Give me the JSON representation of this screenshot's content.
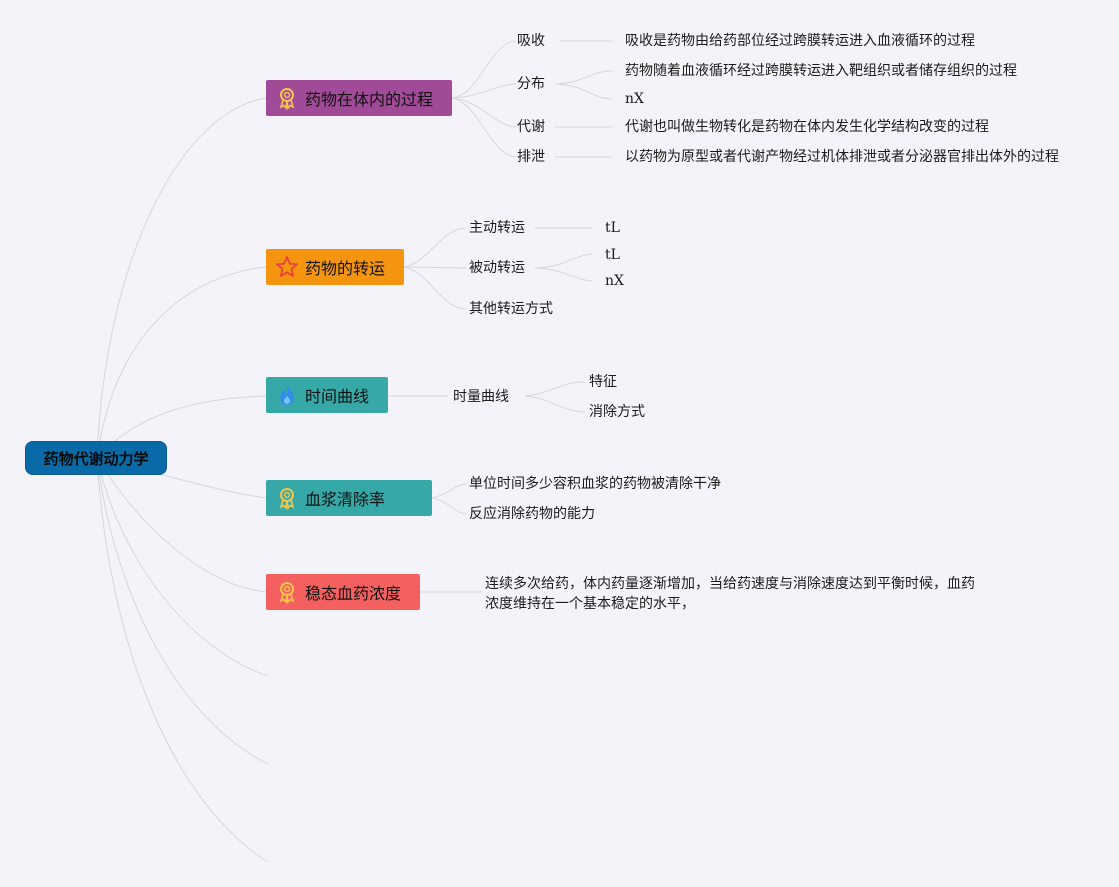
{
  "root": {
    "label": "药物代谢动力学"
  },
  "topics": [
    {
      "id": "process",
      "label": "药物在体内的过程",
      "color": "#a04a98",
      "icon": "ribbon-badge-icon",
      "children": [
        {
          "label": "吸收",
          "children": [
            {
              "label": "吸收是药物由给药部位经过跨膜转运进入血液循环的过程"
            }
          ]
        },
        {
          "label": "分布",
          "children": [
            {
              "label": "药物随着血液循环经过跨膜转运进入靶组织或者储存组织的过程"
            },
            {
              "label": "nX"
            }
          ]
        },
        {
          "label": "代谢",
          "children": [
            {
              "label": "代谢也叫做生物转化是药物在体内发生化学结构改变的过程"
            }
          ]
        },
        {
          "label": "排泄",
          "children": [
            {
              "label": "以药物为原型或者代谢产物经过机体排泄或者分泌器官排出体外的过程"
            }
          ]
        }
      ]
    },
    {
      "id": "transport",
      "label": "药物的转运",
      "color": "#f5950f",
      "icon": "star-icon",
      "children": [
        {
          "label": "主动转运",
          "children": [
            {
              "label": "tL"
            }
          ]
        },
        {
          "label": "被动转运",
          "children": [
            {
              "label": "tL"
            },
            {
              "label": "nX"
            }
          ]
        },
        {
          "label": "其他转运方式",
          "children": []
        }
      ]
    },
    {
      "id": "curve",
      "label": "时间曲线",
      "color": "#37a8a8",
      "icon": "flame-icon",
      "children": [
        {
          "label": "时量曲线",
          "children": [
            {
              "label": "特征"
            },
            {
              "label": "消除方式"
            }
          ]
        }
      ]
    },
    {
      "id": "clearance",
      "label": "血浆清除率",
      "color": "#37a8a8",
      "icon": "ribbon-badge-icon",
      "children": [
        {
          "label": "单位时间多少容积血浆的药物被清除干净",
          "children": []
        },
        {
          "label": "反应消除药物的能力",
          "children": []
        }
      ]
    },
    {
      "id": "steady",
      "label": "稳态血药浓度",
      "color": "#f45f5f",
      "icon": "ribbon-badge-icon",
      "children": [
        {
          "label": "连续多次给药，体内药量逐渐增加，当给药速度与消除速度达到平衡时候，血药浓度维持在一个基本稳定的水平，",
          "children": []
        }
      ]
    }
  ],
  "colors": {
    "root": "#0a6aa8",
    "connector": "#d6d6de",
    "background": "#f4f3f9"
  }
}
